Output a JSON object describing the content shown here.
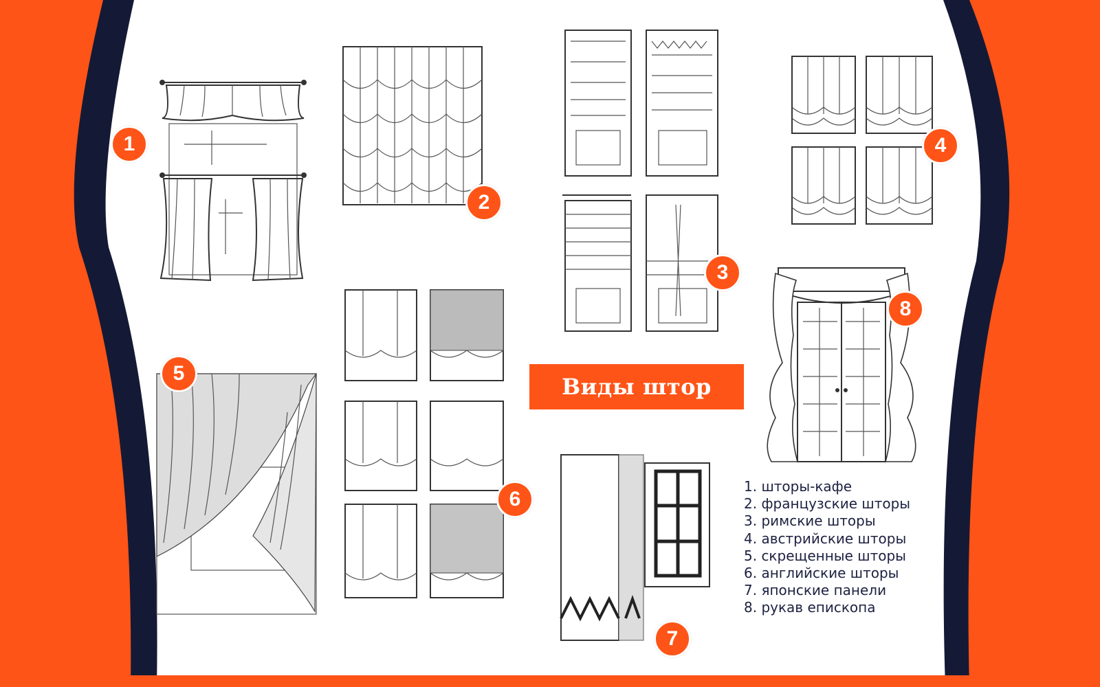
{
  "title": "Виды штор",
  "badges": [
    "1",
    "2",
    "3",
    "4",
    "5",
    "6",
    "7",
    "8"
  ],
  "legend": [
    "1. шторы-кафе",
    "2. французские шторы",
    "3. римские шторы",
    "4. австрийские шторы",
    "5. скрещенные шторы",
    "6. английские шторы",
    "7. японские панели",
    "8. рукав епископа"
  ],
  "colors": {
    "accent": "#ff5417",
    "frame": "#141a35",
    "panel": "#ffffff",
    "text": "#1c2140"
  }
}
